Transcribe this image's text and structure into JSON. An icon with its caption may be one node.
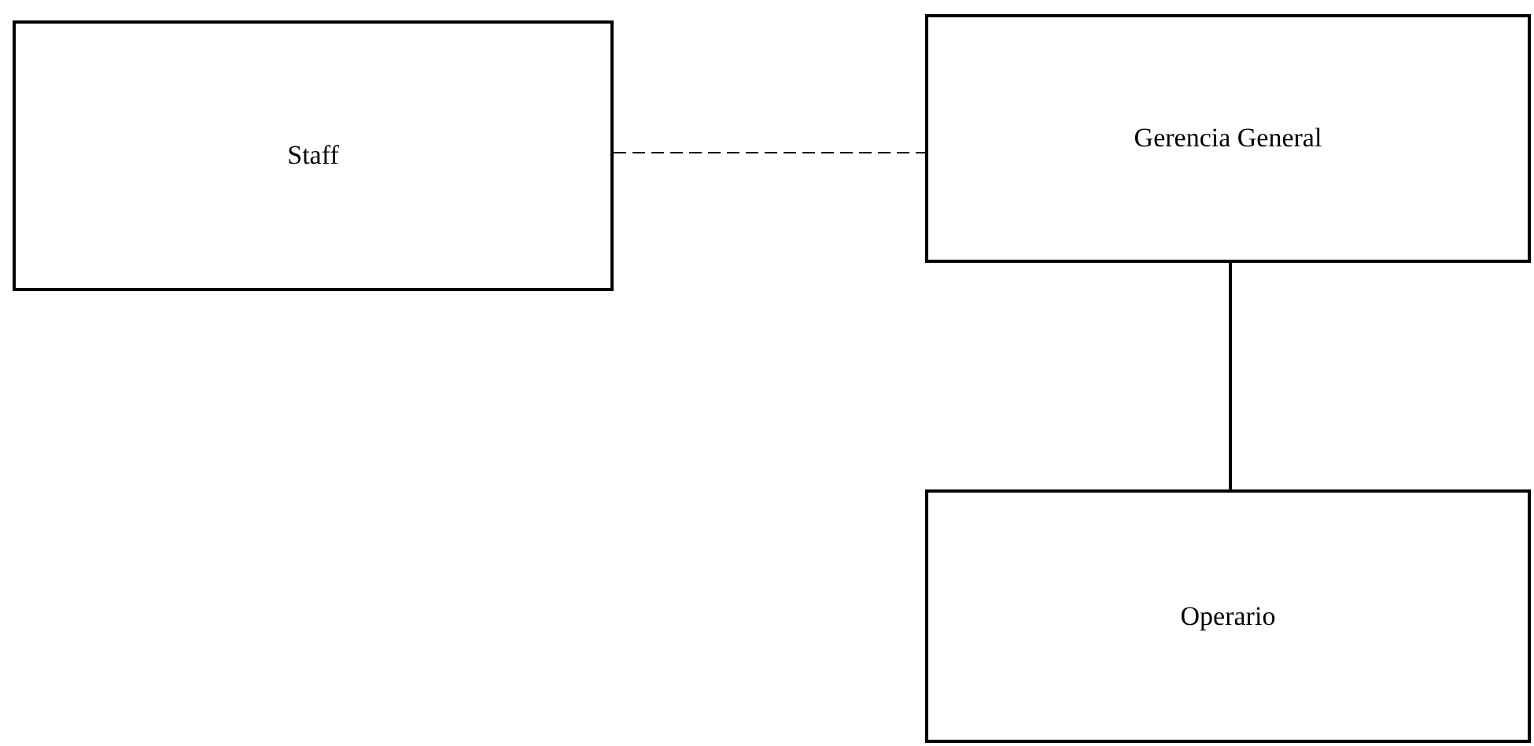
{
  "diagram": {
    "nodes": [
      {
        "text": [
          "Staff"
        ]
      },
      {
        "text": [
          "Gerencia General"
        ]
      },
      {
        "text": [
          "Operario"
        ]
      }
    ],
    "edges": [
      {
        "from": 0,
        "to": 1,
        "arrow": "none",
        "style": "dashed"
      },
      {
        "from": 1,
        "to": 2,
        "arrow": "none"
      }
    ]
  }
}
